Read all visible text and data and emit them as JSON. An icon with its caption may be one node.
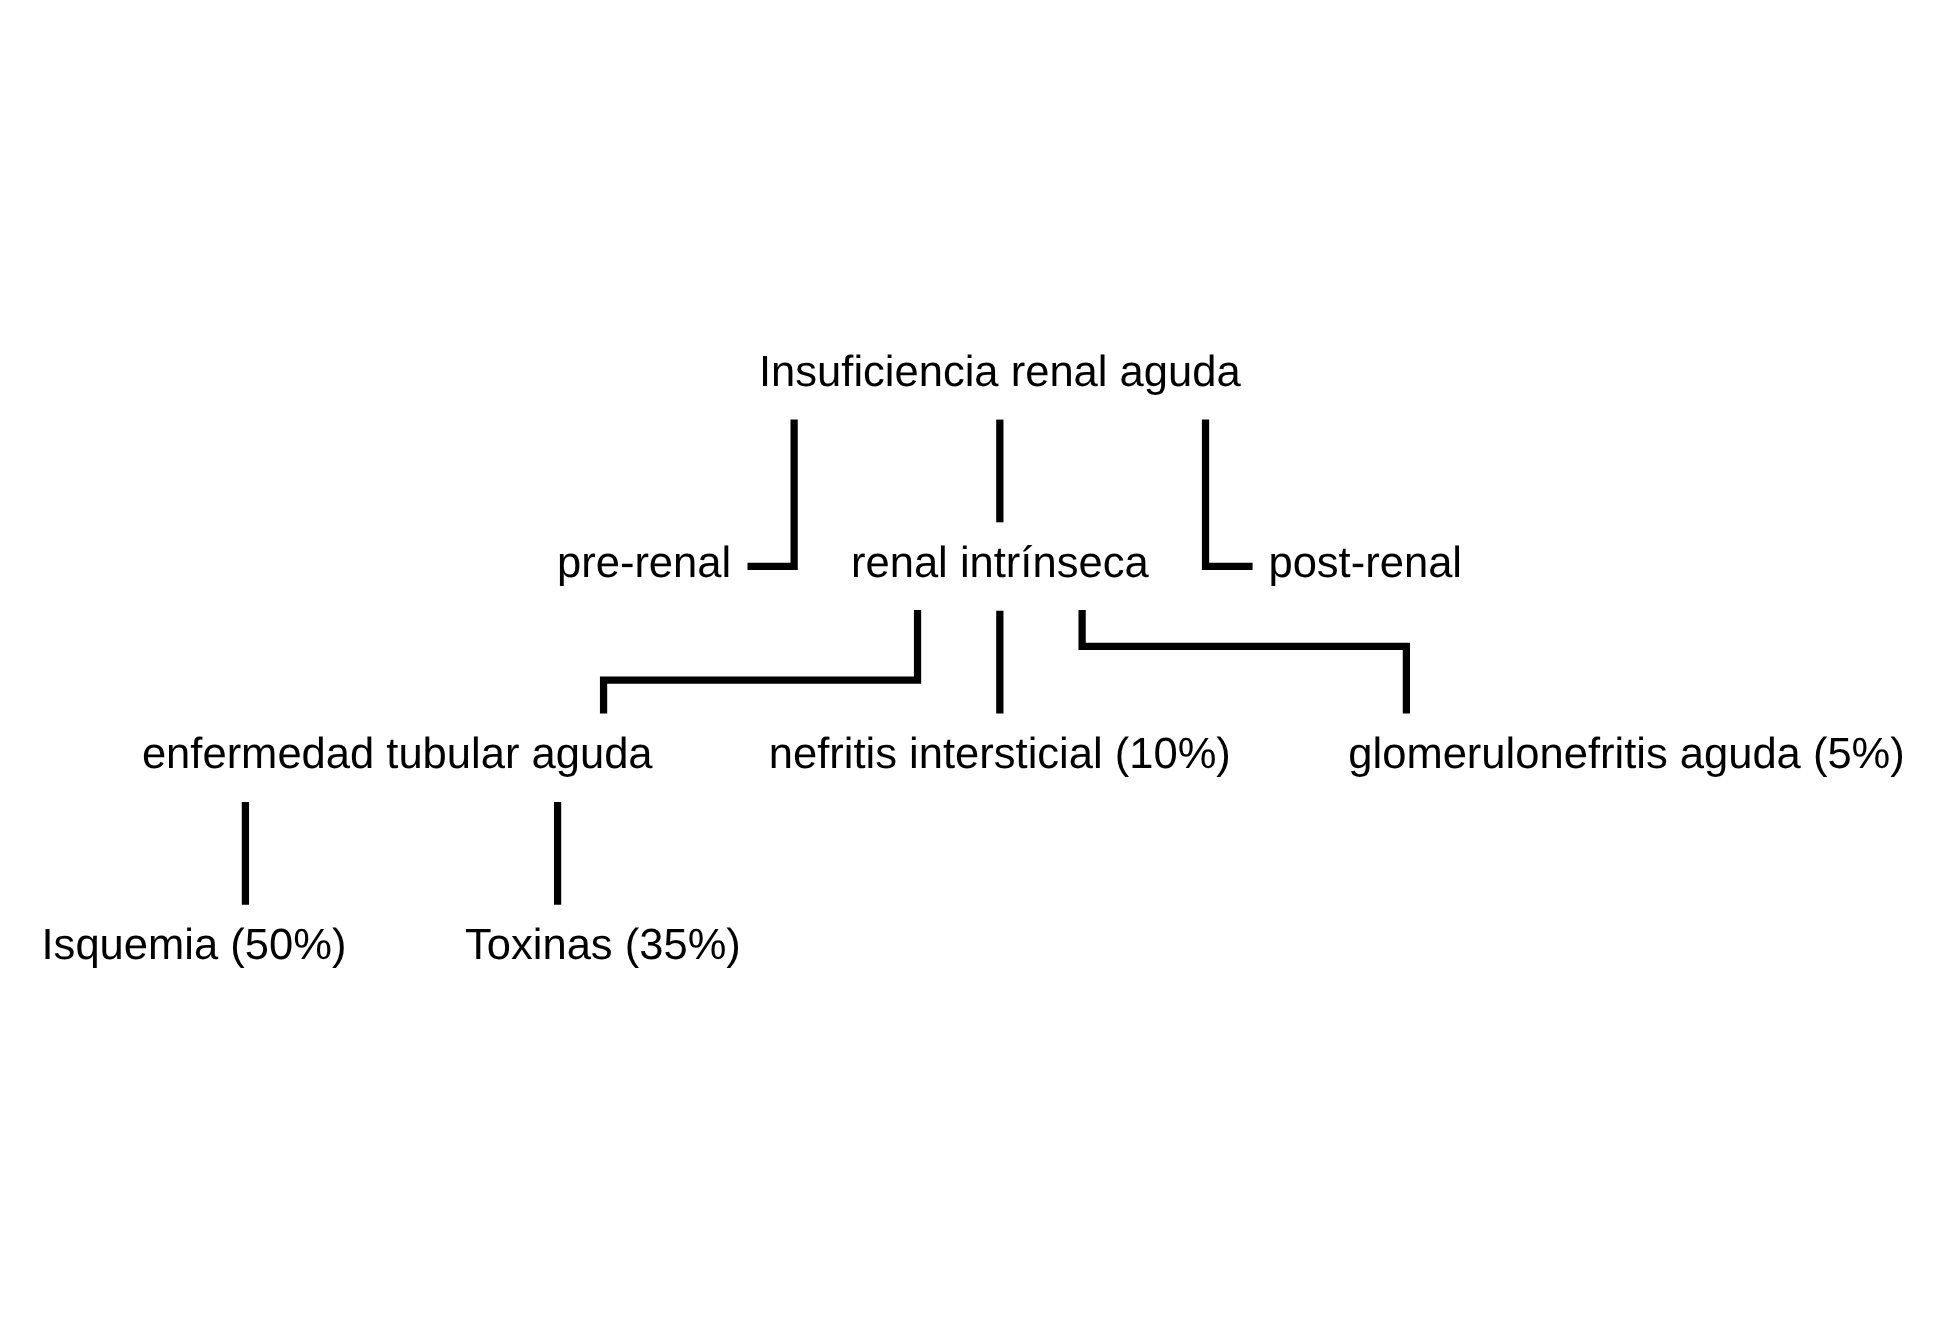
{
  "diagram": {
    "nodes": [
      {
        "text": [
          "Insuficiencia renal aguda"
        ]
      },
      {
        "text": [
          "pre-renal"
        ]
      },
      {
        "text": [
          "renal intrínseca"
        ]
      },
      {
        "text": [
          "post-renal"
        ]
      },
      {
        "text": [
          "enfermedad tubular aguda"
        ]
      },
      {
        "text": [
          "nefritis intersticial (10%)"
        ]
      },
      {
        "text": [
          "glomerulonefritis aguda (5%)"
        ]
      },
      {
        "text": [
          "Isquemia (50%)"
        ]
      },
      {
        "text": [
          "Toxinas (35%)"
        ]
      }
    ],
    "edges": [
      {
        "from": 0,
        "to": 1,
        "arrow": "none"
      },
      {
        "from": 0,
        "to": 2,
        "arrow": "none"
      },
      {
        "from": 0,
        "to": 3,
        "arrow": "none"
      },
      {
        "from": 2,
        "to": 4,
        "arrow": "none"
      },
      {
        "from": 2,
        "to": 5,
        "arrow": "none"
      },
      {
        "from": 2,
        "to": 6,
        "arrow": "none"
      },
      {
        "from": 4,
        "to": 7,
        "arrow": "none"
      },
      {
        "from": 4,
        "to": 8,
        "arrow": "none"
      }
    ]
  }
}
